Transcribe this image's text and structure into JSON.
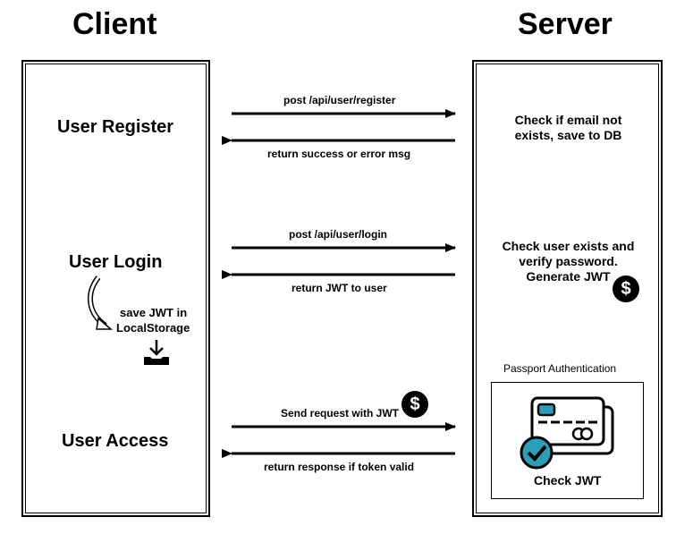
{
  "headings": {
    "client": "Client",
    "server": "Server"
  },
  "client": {
    "register": "User Register",
    "login": "User Login",
    "access": "User Access",
    "save_jwt_line1": "save JWT in",
    "save_jwt_line2": "LocalStorage"
  },
  "messages": {
    "register_request": "post /api/user/register",
    "register_response": "return success or error msg",
    "login_request": "post /api/user/login",
    "login_response": "return JWT to user",
    "access_request": "Send request with JWT",
    "access_response": "return response if token valid"
  },
  "server": {
    "register_line1": "Check if email not",
    "register_line2": "exists, save to DB",
    "login_line1": "Check user exists and",
    "login_line2": "verify password.",
    "login_line3": "Generate JWT",
    "passport_label": "Passport Authentication",
    "check_jwt": "Check JWT"
  },
  "icons": {
    "token": "dollar-coin-icon",
    "curved_arrow": "curved-arrow-icon",
    "download": "download-tray-icon",
    "credit_card": "credit-card-check-icon"
  },
  "colors": {
    "card_accent": "#2a9fb8",
    "line": "#000000"
  }
}
